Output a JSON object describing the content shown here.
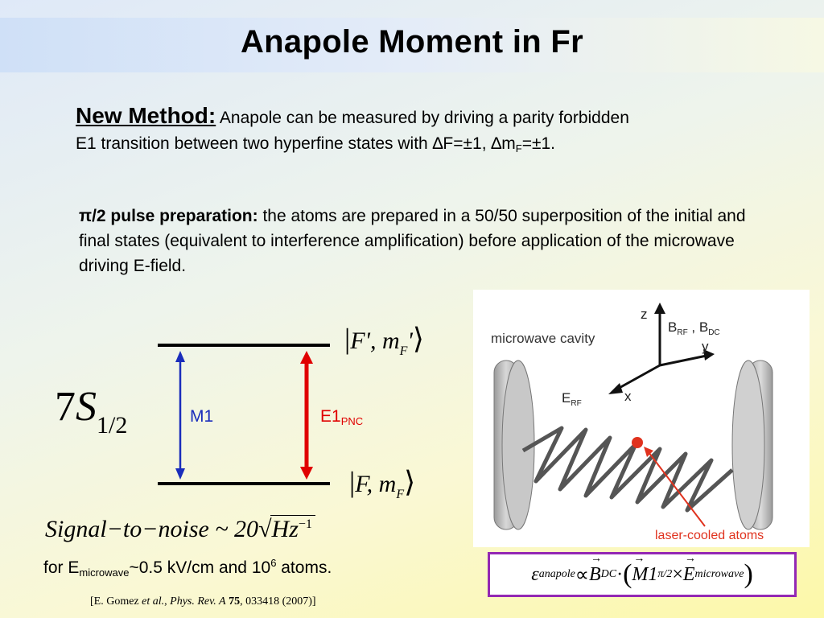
{
  "slide": {
    "title": "Anapole Moment in Fr"
  },
  "new_method": {
    "label": "New Method:",
    "text_1": " Anapole can be measured by driving a parity forbidden",
    "text_2": "E1 transition between two hyperfine states with ",
    "delta_f": "∆F=±1, ∆m",
    "sub_f": "F",
    "tail": "=±1."
  },
  "pulse": {
    "label": "π/2 pulse preparation:",
    "text": " the atoms are prepared in a 50/50 superposition of the initial and final states (equivalent to interference amplification) before application of the microwave driving E-field."
  },
  "level_diagram": {
    "state_number": "7",
    "state_letter": "S",
    "state_sub": "1/2",
    "m1_label": "M1",
    "e1_label": "E1",
    "e1_sub": "PNC",
    "upper_ket_text": "F', m",
    "upper_ket_sub": "F",
    "upper_ket_tail": "'",
    "lower_ket_text": "F, m",
    "lower_ket_sub": "F",
    "colors": {
      "m1": "#1a2dbb",
      "e1": "#e00000",
      "level_line": "#000000"
    }
  },
  "signal": {
    "expr": "Signal−to−noise ~ 20",
    "root": "Hz",
    "root_exp": "−1"
  },
  "conditions": {
    "prefix": "for E",
    "sub": "microwave",
    "mid": "~0.5 kV/cm and 10",
    "sup": "6",
    "suffix": " atoms."
  },
  "citation": {
    "open": "[E. Gomez ",
    "etal": "et al.",
    "sep": ", ",
    "journal": "Phys. Rev. A",
    "volume": " 75",
    "rest": ", 033418 (2007)]"
  },
  "figure": {
    "cavity_label": "microwave cavity",
    "z": "z",
    "y": "y",
    "x": "x",
    "b_label": "B",
    "b_sub1": "RF",
    "b_comma": " , B",
    "b_sub2": "DC",
    "e_label": "E",
    "e_sub": "RF",
    "atoms_label": "laser-cooled atoms",
    "colors": {
      "atoms": "#e0321e",
      "coil": "#555555",
      "axes": "#111111"
    }
  },
  "equation": {
    "eps": "ε",
    "eps_sub": "anapole",
    "prop": " ∝ ",
    "b": "B",
    "b_sub": "DC",
    "dot": " · ",
    "m": "M1",
    "m_sub": "π/2",
    "cross": " × ",
    "e": "E",
    "e_sub": "microwave",
    "border_color": "#9328b4"
  }
}
